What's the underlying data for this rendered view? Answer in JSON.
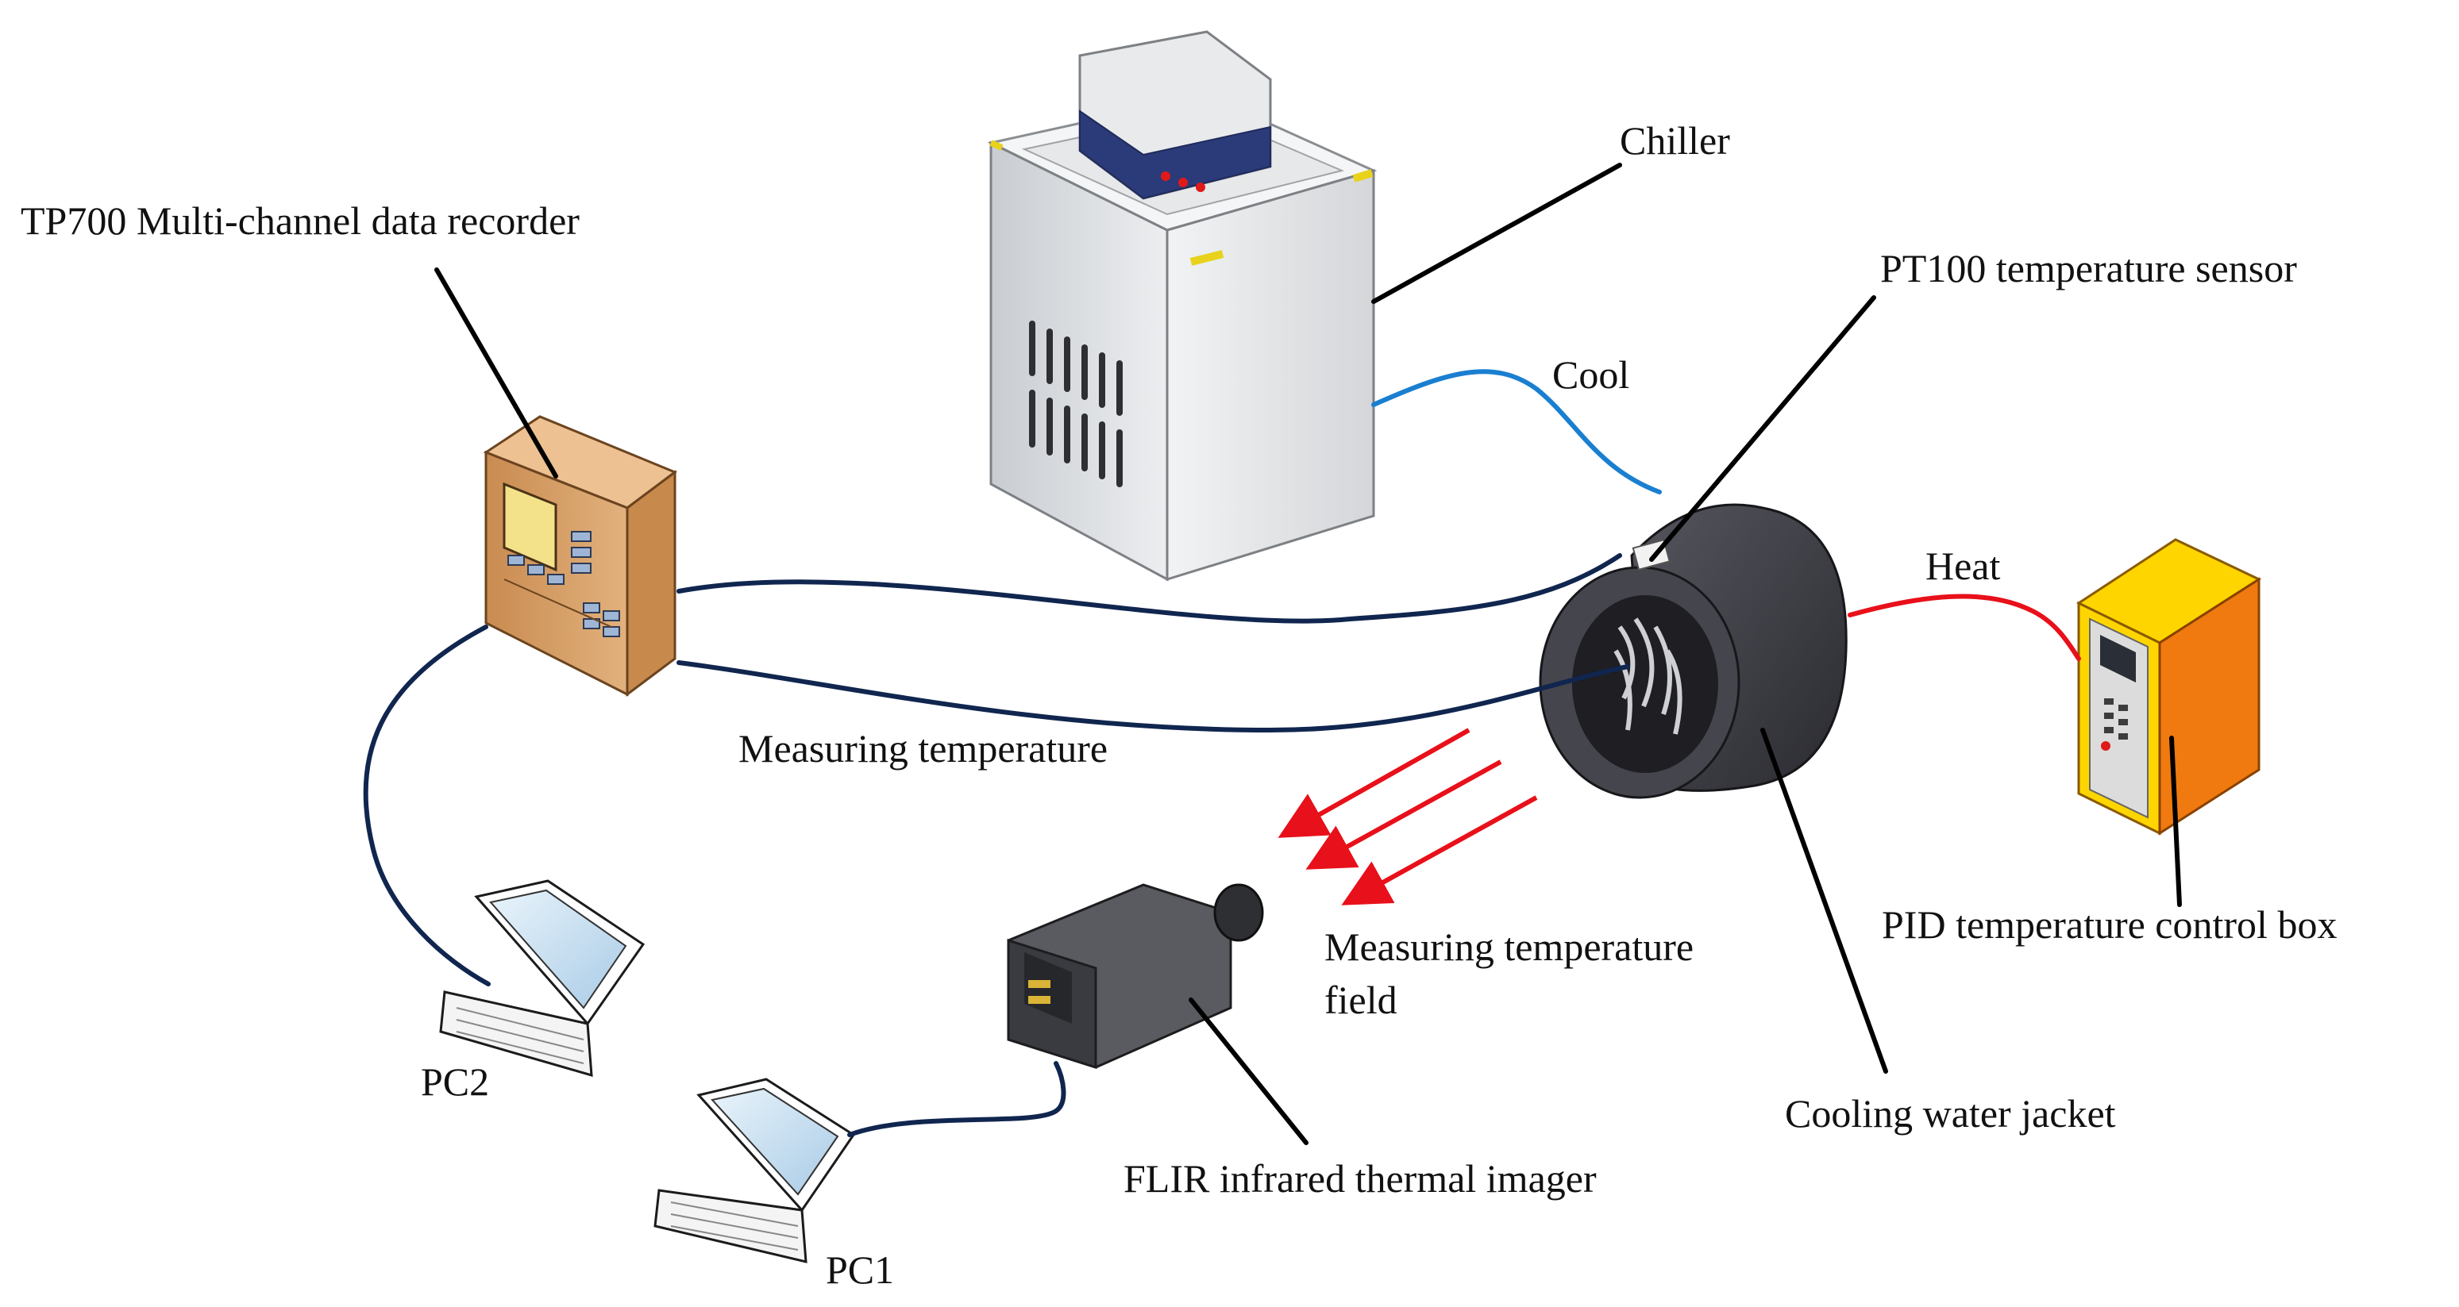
{
  "labels": {
    "chiller": "Chiller",
    "recorder": "TP700 Multi-channel data recorder",
    "pt100": "PT100 temperature sensor",
    "cool": "Cool",
    "heat": "Heat",
    "measuring_temperature": "Measuring temperature",
    "measuring_field_line1": "Measuring temperature",
    "measuring_field_line2": "field",
    "pid": "PID temperature control box",
    "jacket": "Cooling water jacket",
    "flir": "FLIR infrared thermal imager",
    "pc1": "PC1",
    "pc2": "PC2"
  },
  "colors": {
    "cool_line": "#1a7fd0",
    "heat_line": "#e8101a",
    "data_cable": "#10264f",
    "ir_arrows": "#e8101a",
    "recorder_body": "#d9a06a",
    "pid_body": "#f07a10",
    "pid_top": "#ffd500",
    "chiller_body": "#dfe1e4",
    "jacket_body": "#3b3b44"
  },
  "icons": [
    "chiller-icon",
    "data-recorder-icon",
    "cooling-jacket-icon",
    "pid-box-icon",
    "thermal-imager-icon",
    "laptop-icon"
  ]
}
